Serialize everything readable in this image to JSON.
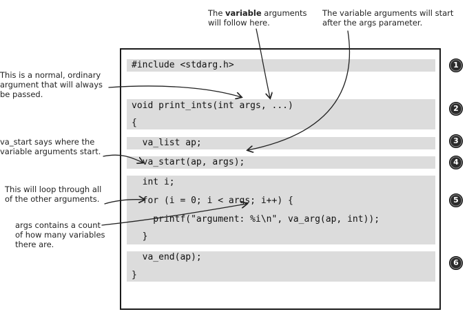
{
  "annotations": {
    "top_left_line1_pre": "The ",
    "top_left_line1_bold": "variable",
    "top_left_line1_post": " arguments",
    "top_left_line2": "will follow here.",
    "top_right_line1": "The variable arguments will start",
    "top_right_line2": "after the args parameter.",
    "normal_arg_line1": "This is a normal, ordinary",
    "normal_arg_line2": "argument that will always",
    "normal_arg_line3": "be passed.",
    "va_start_line1": "va_start says where the",
    "va_start_line2": "variable arguments start.",
    "loop_line1": "This will loop through all",
    "loop_line2": "of the other arguments.",
    "args_count_line1": "args contains a count",
    "args_count_line2": "of how many variables",
    "args_count_line3": "there are."
  },
  "code": {
    "line_include": "#include <stdarg.h>",
    "line_signature": "void print_ints(int args, ...)",
    "line_open_brace": "{",
    "line_va_list": "  va_list ap;",
    "line_va_start": "  va_start(ap, args);",
    "line_int_i": "  int i;",
    "line_for": "  for (i = 0; i < args; i++) {",
    "line_printf": "    printf(\"argument: %i\\n\", va_arg(ap, int));",
    "line_close_for": "  }",
    "line_va_end": "  va_end(ap);",
    "line_close_brace": "}"
  },
  "badges": [
    "1",
    "2",
    "3",
    "4",
    "5",
    "6"
  ]
}
